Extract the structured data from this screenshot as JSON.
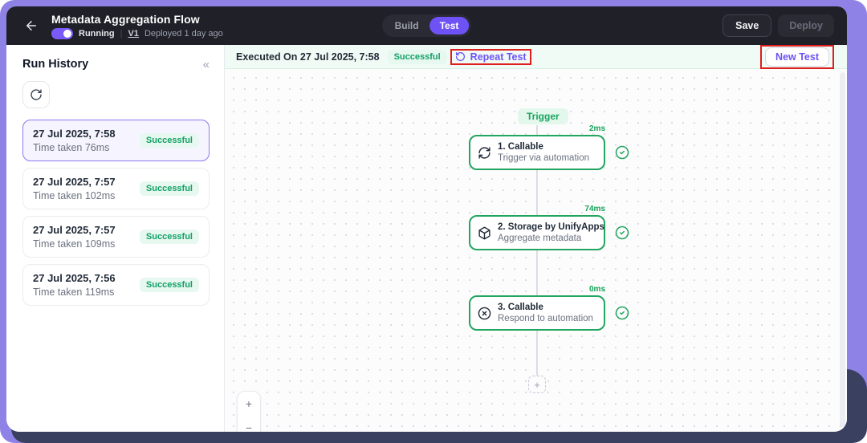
{
  "header": {
    "title": "Metadata Aggregation Flow",
    "status_label": "Running",
    "meta_separator": "|",
    "version_label": "V1",
    "deployed_label": "Deployed 1 day ago",
    "tabs": [
      {
        "label": "Build",
        "active": false
      },
      {
        "label": "Test",
        "active": true
      }
    ],
    "save_label": "Save",
    "deploy_label": "Deploy"
  },
  "sidebar": {
    "title": "Run History",
    "collapse_glyph": "«",
    "runs": [
      {
        "timestamp": "27 Jul 2025, 7:58",
        "duration": "Time taken 76ms",
        "status": "Successful",
        "selected": true
      },
      {
        "timestamp": "27 Jul 2025, 7:57",
        "duration": "Time taken 102ms",
        "status": "Successful",
        "selected": false
      },
      {
        "timestamp": "27 Jul 2025, 7:57",
        "duration": "Time taken 109ms",
        "status": "Successful",
        "selected": false
      },
      {
        "timestamp": "27 Jul 2025, 7:56",
        "duration": "Time taken 119ms",
        "status": "Successful",
        "selected": false
      }
    ]
  },
  "run_panel": {
    "executed_label": "Executed On 27 Jul 2025, 7:58",
    "status": "Successful",
    "repeat_test_label": "Repeat Test",
    "new_test_label": "New Test"
  },
  "canvas": {
    "trigger_chip": "Trigger",
    "nodes": [
      {
        "title": "1. Callable",
        "subtitle": "Trigger via automation",
        "duration": "2ms",
        "icon": "sync-icon"
      },
      {
        "title": "2. Storage by UnifyApps",
        "subtitle": "Aggregate metadata",
        "duration": "74ms",
        "icon": "package-icon"
      },
      {
        "title": "3. Callable",
        "subtitle": "Respond to automation",
        "duration": "0ms",
        "icon": "circle-x-icon"
      }
    ],
    "add_node_glyph": "+",
    "zoom_in_glyph": "+",
    "zoom_out_glyph": "−"
  },
  "colors": {
    "frame_purple": "#8F82E6",
    "frame_navy": "#3A4160",
    "topbar_dark": "#1F2028",
    "accent_purple": "#6E52F6",
    "success_green": "#13A067",
    "node_border_green": "#23A55F",
    "annotation_red": "#DF1D1D",
    "badge_bg": "#E6F8EF",
    "selected_run_bg": "#F6F4FE"
  },
  "icons": {
    "back": "arrow-left-icon",
    "refresh": "refresh-icon",
    "repeat": "repeat-icon",
    "success_check": "check-circle-icon"
  }
}
